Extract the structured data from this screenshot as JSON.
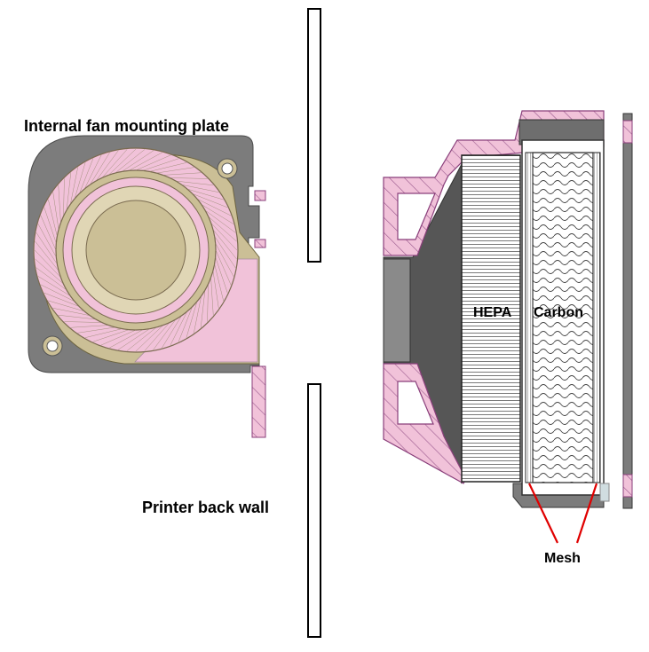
{
  "labels": {
    "fan_plate": "Internal fan mounting plate",
    "back_wall": "Printer back wall",
    "hepa": "HEPA",
    "carbon": "Carbon",
    "mesh": "Mesh"
  },
  "colors": {
    "housing_gray": "#7c7c7c",
    "fan_gold": "#cbbf96",
    "section_pink": "#f1c2d9",
    "hatch_purple": "#9b5a8e",
    "callout_red": "#e00000",
    "wall_outline": "#000000"
  }
}
